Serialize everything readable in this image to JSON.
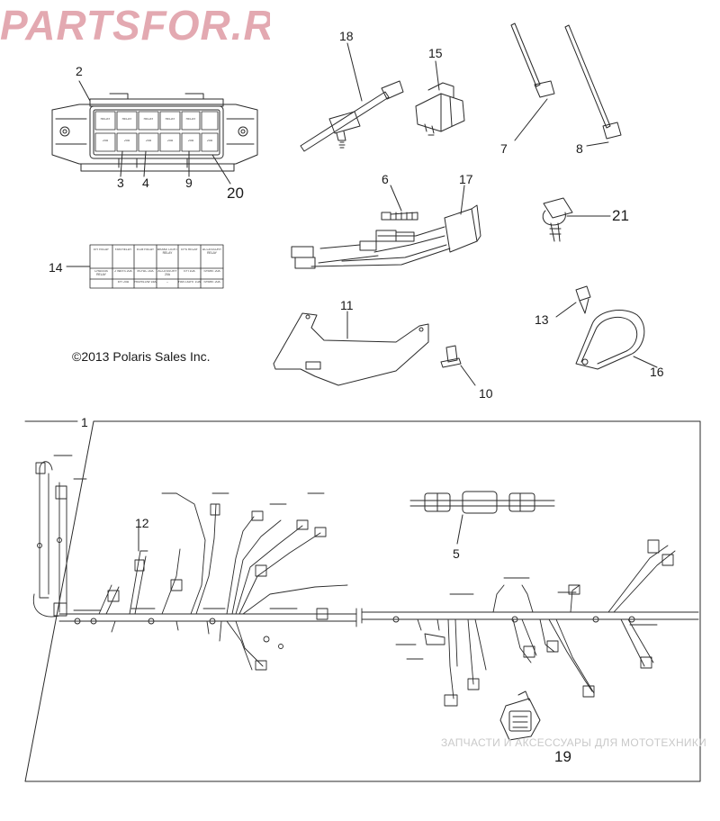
{
  "copyright": "©2013 Polaris Sales Inc.",
  "callouts": {
    "c1": "1",
    "c2": "2",
    "c3": "3",
    "c4": "4",
    "c5": "5",
    "c6": "6",
    "c7": "7",
    "c8": "8",
    "c9": "9",
    "c10": "10",
    "c11": "11",
    "c12": "12",
    "c13": "13",
    "c14": "14",
    "c15": "15",
    "c16": "16",
    "c17": "17",
    "c18": "18",
    "c19": "19",
    "c20": "20",
    "c21": "21"
  },
  "relay_label": "RELAY",
  "fuse_label": "20A",
  "table_14": {
    "row1": [
      "EFI RELAY",
      "FAN RELAY",
      "ECM RELAY",
      "BRAKE LIGHT RELAY",
      "EPS RELAY",
      "ACCESSORY RELAY"
    ],
    "row2": [
      "CHASSIS RELAY",
      "2 WAYS 20A",
      "IN-FAC 20A",
      "ACCESSORY 20A",
      "EFI 10A",
      "SPARE 20A"
    ],
    "row3": [
      "",
      "EFI 20A",
      "HIGH/LOW 15A",
      "--",
      "FAN LIGHT 10A",
      "SPARE 20A"
    ]
  },
  "watermark": {
    "caption": "ЗАПЧАСТИ И АКСЕССУАРЫ ДЛЯ МОТОТЕХНИКИ",
    "logo": "PARTSFOR.RU"
  },
  "colors": {
    "line": "#2a2a2a",
    "watermark_logo": "#e3a9b1",
    "watermark_text": "#c9c9c9"
  }
}
